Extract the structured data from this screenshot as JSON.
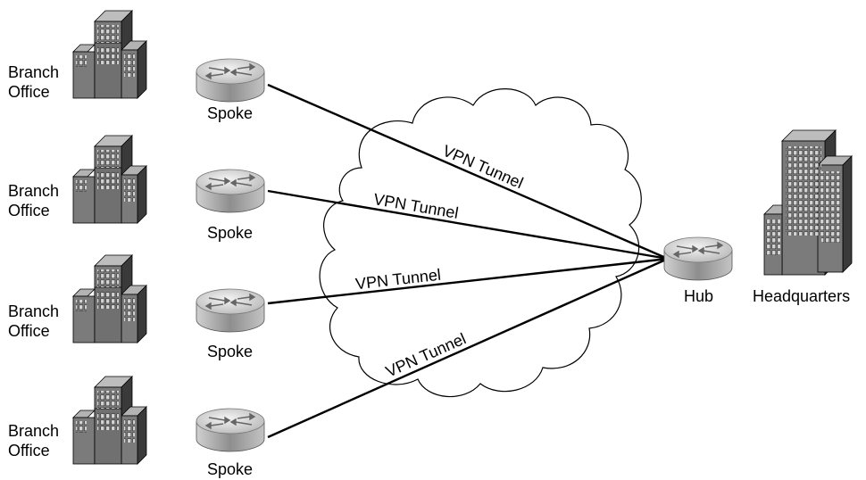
{
  "branch_label_line1": "Branch",
  "branch_label_line2": "Office",
  "spoke_label": "Spoke",
  "hub_label": "Hub",
  "hq_label": "Headquarters",
  "tunnel_label": "VPN Tunnel",
  "colors": {
    "building_front": "#7d7d7d",
    "building_side": "#3a3a3a",
    "building_top": "#b8b8b8",
    "window": "#cfcfcf",
    "router_body": "#a9a9a9",
    "router_top": "#e6e6e6",
    "line": "#000000"
  },
  "icons": {
    "building": "office-building-icon",
    "router": "router-icon",
    "cloud": "network-cloud"
  }
}
